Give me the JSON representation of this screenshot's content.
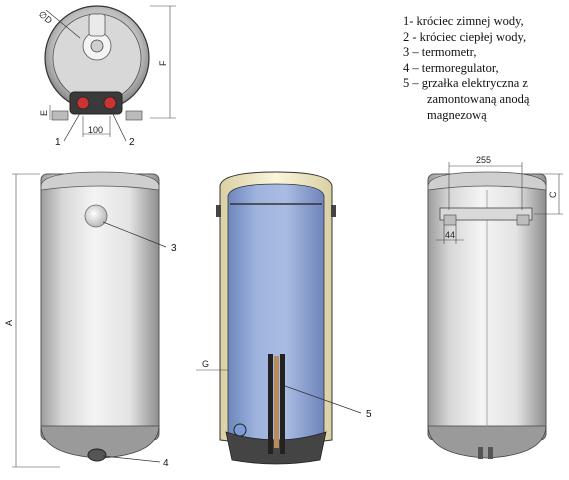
{
  "legend": {
    "items": [
      {
        "text": "1- króciec zimnej wody,"
      },
      {
        "text": "2 - króciec ciepłej wody,"
      },
      {
        "text": "3 – termometr,"
      },
      {
        "text": "4 – termoregulator,"
      },
      {
        "text": "5 – grzałka elektryczna z",
        "cont1": "zamontowaną anodą",
        "cont2": "magnezową"
      }
    ]
  },
  "dims": {
    "d": "∅D",
    "f": "F",
    "e": "E",
    "w100": "100",
    "a": "A",
    "g": "G",
    "w255": "255",
    "c": "C",
    "w44": "44"
  },
  "callouts": {
    "c1": "1",
    "c2": "2",
    "c3": "3",
    "c4": "4",
    "c5": "5"
  },
  "colors": {
    "tank_blue": "#8fa6d4",
    "shell_cream": "#f5eec8",
    "body_grey": "#e6e6e6",
    "dark": "#333333"
  }
}
